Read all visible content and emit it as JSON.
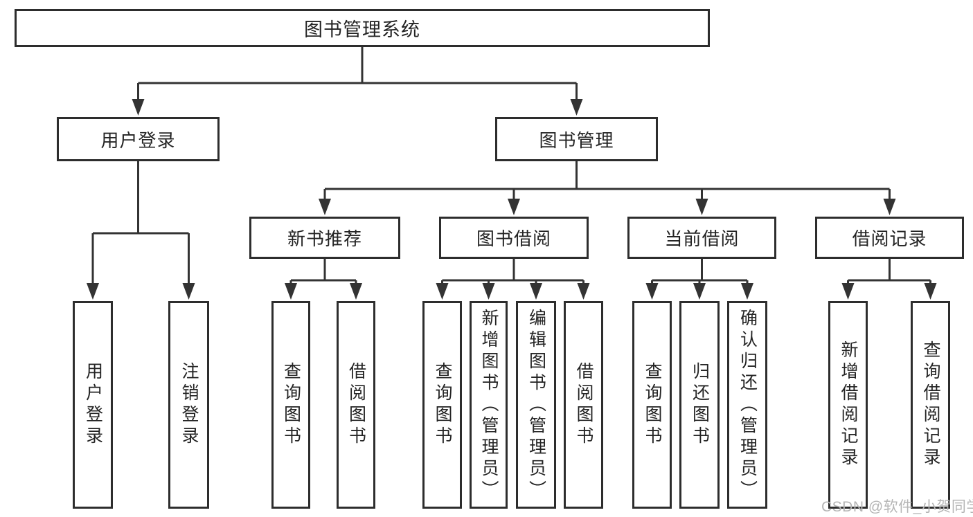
{
  "diagram": {
    "root": {
      "label": "图书管理系统"
    },
    "branches": [
      {
        "label": "用户登录",
        "children": [
          {
            "label": "用户登录"
          },
          {
            "label": "注销登录"
          }
        ]
      },
      {
        "label": "图书管理",
        "children": [
          {
            "label": "新书推荐",
            "children": [
              {
                "label": "查询图书"
              },
              {
                "label": "借阅图书"
              }
            ]
          },
          {
            "label": "图书借阅",
            "children": [
              {
                "label": "查询图书"
              },
              {
                "label": "新增图书（管理员）"
              },
              {
                "label": "编辑图书（管理员）"
              },
              {
                "label": "借阅图书"
              }
            ]
          },
          {
            "label": "当前借阅",
            "children": [
              {
                "label": "查询图书"
              },
              {
                "label": "归还图书"
              },
              {
                "label": "确认归还（管理员）"
              }
            ]
          },
          {
            "label": "借阅记录",
            "children": [
              {
                "label": "新增借阅记录"
              },
              {
                "label": "查询借阅记录"
              }
            ]
          }
        ]
      }
    ]
  },
  "colors": {
    "line": "#333333",
    "box_border": "#2d2d2d",
    "text": "#242424",
    "watermark": "#b5b5b5",
    "background": "#ffffff"
  },
  "watermark": {
    "text": "CSDN @软件_小贺同学"
  }
}
